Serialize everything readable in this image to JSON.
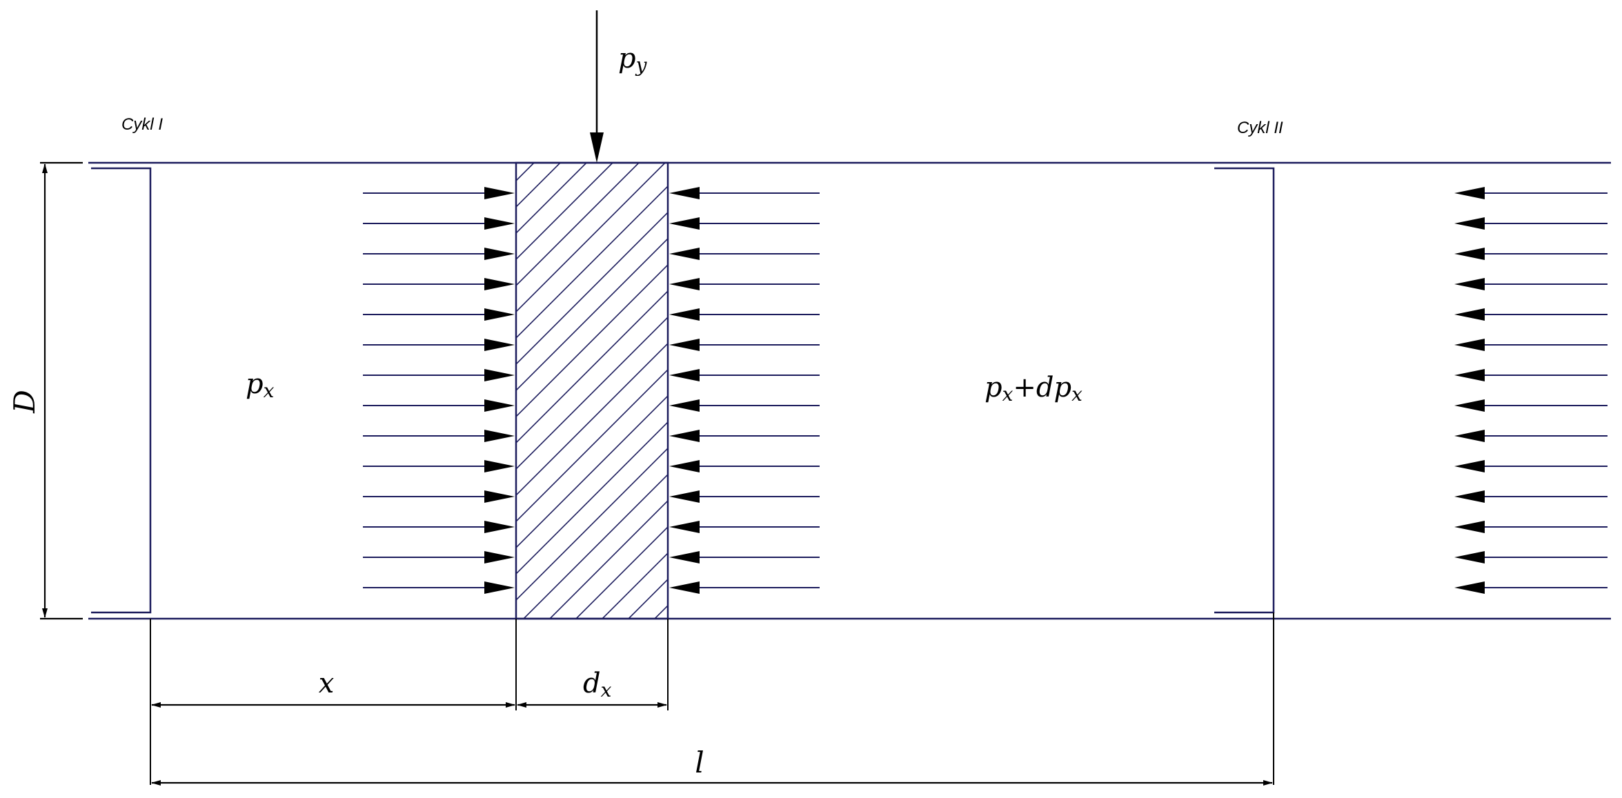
{
  "labels": {
    "cycle_1": "Cykl I",
    "cycle_2": "Cykl II",
    "p_y_base": "p",
    "p_y_sub": "y",
    "p_x_base": "p",
    "p_x_sub": "x",
    "p_x_dp_base1": "p",
    "p_x_dp_sub1": "x",
    "p_x_dp_op": "+dp",
    "p_x_dp_sub2": "x",
    "dim_D": "D",
    "dim_x": "x",
    "dim_dx_base": "d",
    "dim_dx_sub": "x",
    "dim_l": "l"
  },
  "colors": {
    "pipe_line": "#1b1b5c",
    "arrow": "#000000",
    "hatch": "#1b1b5c",
    "dimension": "#000000"
  },
  "arrow_rows": 14
}
